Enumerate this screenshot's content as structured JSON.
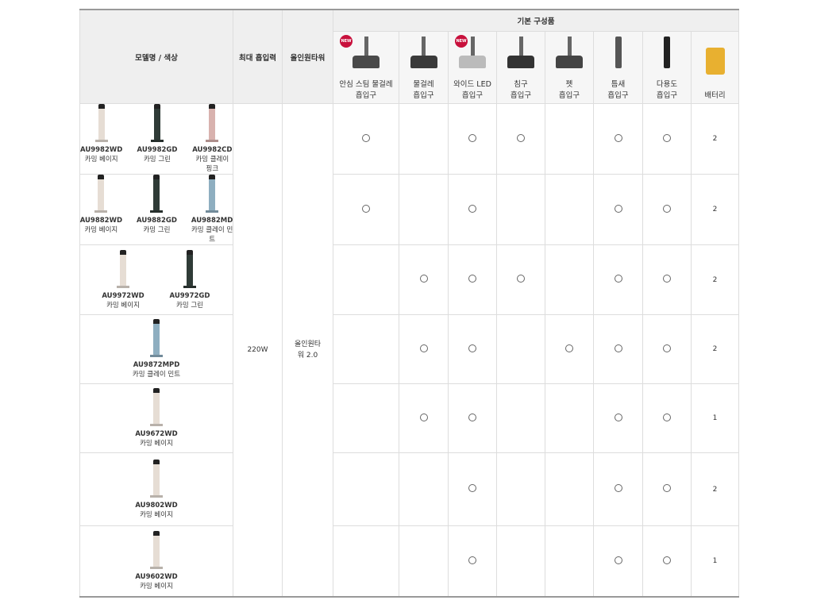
{
  "header": {
    "model": "모델명 / 색상",
    "suction": "최대 흡입력",
    "allinone": "올인원타워",
    "group": "기본 구성품"
  },
  "accessories": [
    {
      "label1": "안심 스팀 물걸레",
      "label2": "흡입구",
      "new": "NEW",
      "icon": "steam-mop-nozzle-icon",
      "color": "#4a4a4a"
    },
    {
      "label1": "물걸레",
      "label2": "흡입구",
      "icon": "mop-nozzle-icon",
      "color": "#3a3a3a"
    },
    {
      "label1": "와이드 LED",
      "label2": "흡입구",
      "new": "NEW",
      "icon": "wide-led-nozzle-icon",
      "color": "#bbbbbb"
    },
    {
      "label1": "침구",
      "label2": "흡입구",
      "icon": "bedding-nozzle-icon",
      "color": "#333333"
    },
    {
      "label1": "펫",
      "label2": "흡입구",
      "icon": "pet-nozzle-icon",
      "color": "#444444"
    },
    {
      "label1": "틈새",
      "label2": "흡입구",
      "icon": "crevice-nozzle-icon",
      "color": "#555555"
    },
    {
      "label1": "다용도",
      "label2": "흡입구",
      "icon": "multi-nozzle-icon",
      "color": "#222222"
    },
    {
      "label1": "배터리",
      "label2": "",
      "icon": "battery-icon",
      "color": "#e8b030"
    }
  ],
  "suction_value": "220W",
  "allinone_value": "올인원타워 2.0",
  "rows": [
    {
      "products": [
        {
          "model": "AU9982WD",
          "color": "카밍 베이지",
          "hex": "#e6ddd4"
        },
        {
          "model": "AU9982GD",
          "color": "카밍 그린",
          "hex": "#2f3b37"
        },
        {
          "model": "AU9982CD",
          "color": "카밍 클레이 핑크",
          "hex": "#d8b2ae"
        }
      ],
      "marks": [
        "○",
        "",
        "○",
        "○",
        "",
        "○",
        "○",
        "2"
      ]
    },
    {
      "products": [
        {
          "model": "AU9882WD",
          "color": "카밍 베이지",
          "hex": "#e6ddd4"
        },
        {
          "model": "AU9882GD",
          "color": "카밍 그린",
          "hex": "#2f3b37"
        },
        {
          "model": "AU9882MD",
          "color": "카밍 클레이 민트",
          "hex": "#8eaec0"
        }
      ],
      "marks": [
        "○",
        "",
        "○",
        "",
        "",
        "○",
        "○",
        "2"
      ]
    },
    {
      "products": [
        {
          "model": "AU9972WD",
          "color": "카밍 베이지",
          "hex": "#e6ddd4"
        },
        {
          "model": "AU9972GD",
          "color": "카밍 그린",
          "hex": "#2f3b37"
        }
      ],
      "marks": [
        "",
        "○",
        "○",
        "○",
        "",
        "○",
        "○",
        "2"
      ]
    },
    {
      "products": [
        {
          "model": "AU9872MPD",
          "color": "카밍 클레이 민트",
          "hex": "#8eaec0"
        }
      ],
      "marks": [
        "",
        "○",
        "○",
        "",
        "○",
        "○",
        "○",
        "2"
      ]
    },
    {
      "products": [
        {
          "model": "AU9672WD",
          "color": "카밍 베이지",
          "hex": "#e6ddd4"
        }
      ],
      "marks": [
        "",
        "○",
        "○",
        "",
        "",
        "○",
        "○",
        "1"
      ]
    },
    {
      "products": [
        {
          "model": "AU9802WD",
          "color": "카밍 베이지",
          "hex": "#e6ddd4"
        }
      ],
      "marks": [
        "",
        "",
        "○",
        "",
        "",
        "○",
        "○",
        "2"
      ]
    },
    {
      "products": [
        {
          "model": "AU9602WD",
          "color": "카밍 베이지",
          "hex": "#e6ddd4"
        }
      ],
      "marks": [
        "",
        "",
        "○",
        "",
        "",
        "○",
        "○",
        "1"
      ]
    }
  ]
}
